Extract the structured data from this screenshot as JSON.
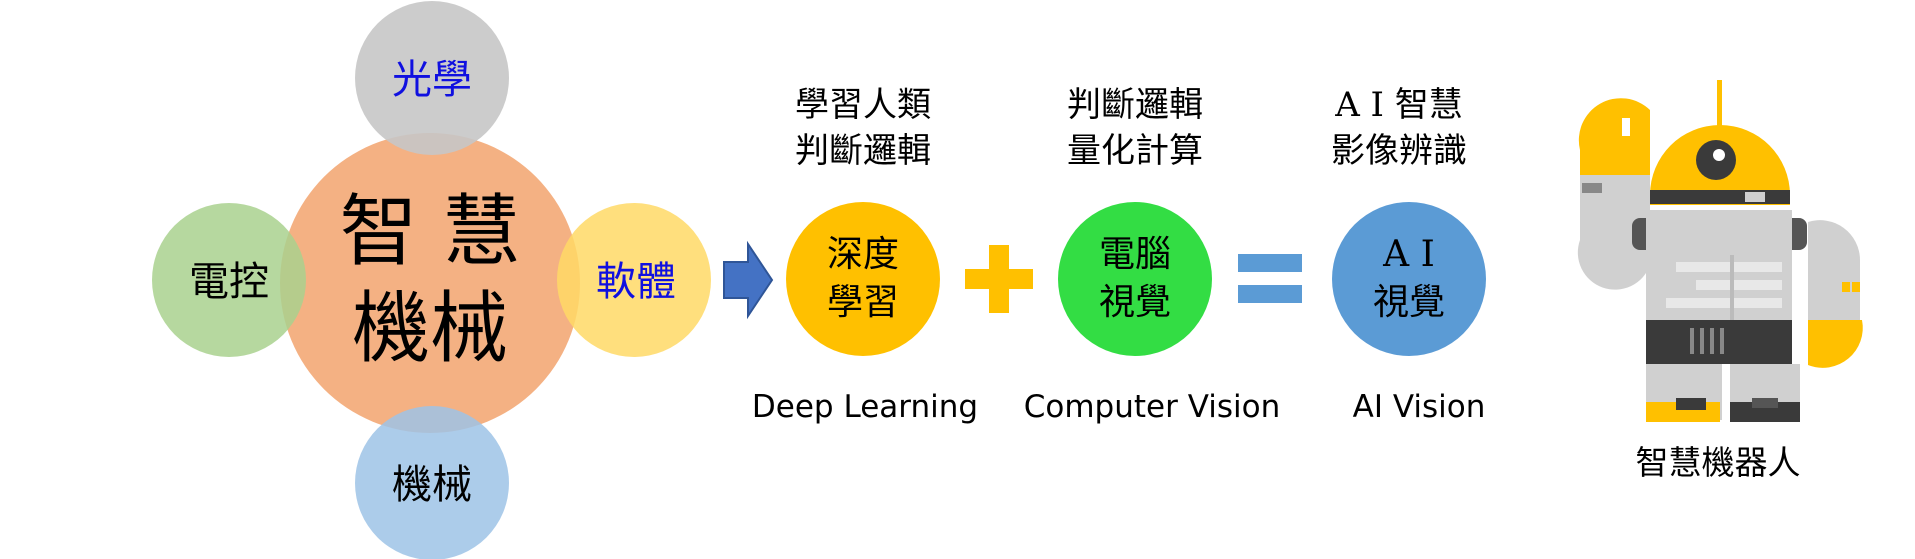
{
  "diagram": {
    "core": {
      "line1": "智 慧",
      "line2": "機械"
    },
    "satellites": {
      "top": "光學",
      "left": "電控",
      "right": "軟體",
      "bottom": "機械"
    },
    "steps": [
      {
        "caption_line1": "學習人類",
        "caption_line2": "判斷邏輯",
        "circle_line1": "深度",
        "circle_line2": "學習",
        "english": "Deep Learning"
      },
      {
        "caption_line1": "判斷邏輯",
        "caption_line2": "量化計算",
        "circle_line1": "電腦",
        "circle_line2": "視覺",
        "english": "Computer Vision"
      },
      {
        "caption_line1": "A I 智慧",
        "caption_line2": "影像辨識",
        "circle_line1": "A I",
        "circle_line2": "視覺",
        "english": "AI Vision"
      }
    ],
    "robot_caption": "智慧機器人"
  },
  "colors": {
    "core": "#f4b183",
    "top": "#c9c9c9",
    "left": "#a9d18e",
    "right": "#ffd966",
    "bottom": "#9dc3e6",
    "satellite_blue_text": "#1010e0",
    "arrow": "#4472c4",
    "deep_learning": "#ffc000",
    "plus": "#ffc000",
    "computer_vision": "#33dd44",
    "equals": "#5b9bd5",
    "ai_vision": "#5b9bd5",
    "robot_yellow": "#ffc000",
    "robot_gray": "#d0d0d0",
    "robot_dark": "#3a3a3a"
  },
  "icons": {
    "arrow": "right-arrow-icon",
    "plus": "plus-icon",
    "equals": "equals-icon",
    "robot": "robot-icon"
  }
}
